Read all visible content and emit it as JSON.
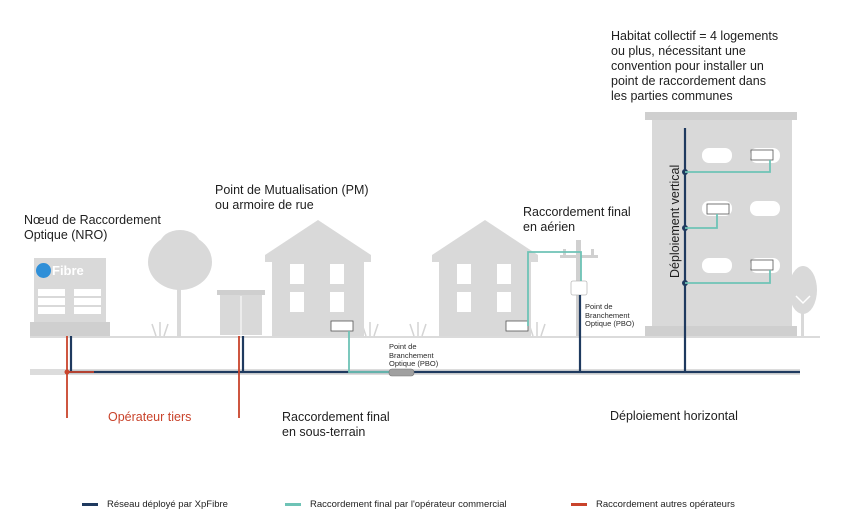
{
  "labels": {
    "nro": [
      "Nœud de Raccordement",
      "Optique (NRO)"
    ],
    "pm": [
      "Point de Mutualisation (PM)",
      "ou armoire de rue"
    ],
    "aerien": [
      "Raccordement final",
      "en aérien"
    ],
    "habitat": [
      "Habitat collectif = 4 logements",
      "ou plus, nécessitant une",
      "convention pour installer un",
      "point de raccordement dans",
      "les parties communes"
    ],
    "pbo_ground": [
      "Point de",
      "Branchement",
      "Optique (PBO)"
    ],
    "pbo_pole": [
      "Point de",
      "Branchement",
      "Optique (PBO)"
    ],
    "operateur_tiers": "Opérateur tiers",
    "sous_terrain": [
      "Raccordement final",
      "en sous-terrain"
    ],
    "horizontal": "Déploiement horizontal",
    "vertical": "Déploiement vertical"
  },
  "logo": {
    "text": "Fibre",
    "mark": "xpfibre-logo-icon"
  },
  "legend": [
    {
      "label": "Réseau déployé par XpFibre",
      "color": "#1f3a5f"
    },
    {
      "label": "Raccordement final par l'opérateur commercial",
      "color": "#6ec3b6"
    },
    {
      "label": "Raccordement autres opérateurs",
      "color": "#c9432b"
    }
  ],
  "colors": {
    "network": "#1f3a5f",
    "final": "#6ec3b6",
    "other": "#c9432b",
    "building": "#d9d9d9",
    "ground": "#cfcfcf"
  }
}
